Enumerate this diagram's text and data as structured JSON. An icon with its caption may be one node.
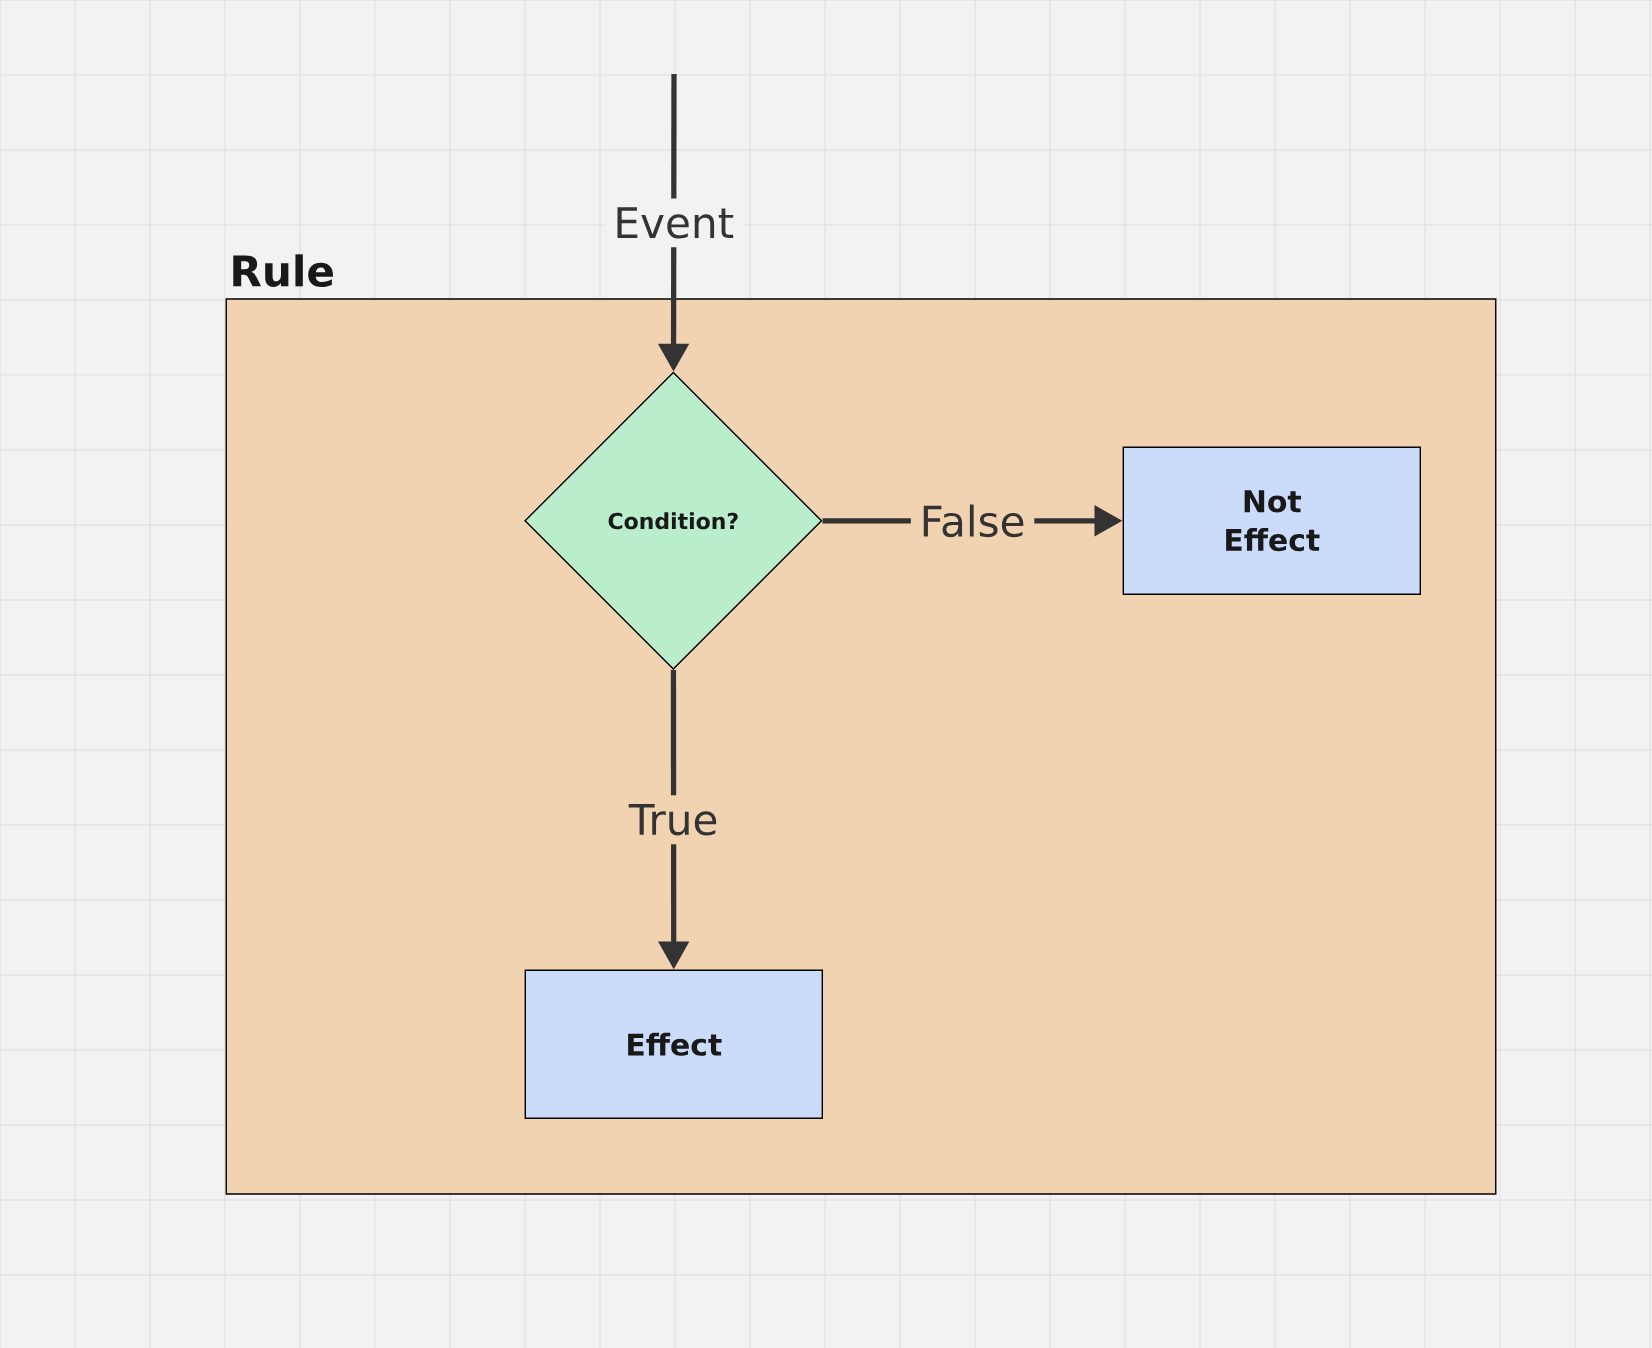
{
  "diagram": {
    "nodes": [
      {
        "text": [
          "Rule"
        ]
      },
      {
        "text": [
          "Condition?"
        ],
        "in": 0
      },
      {
        "text": [
          "Not Effect"
        ],
        "in": 0
      },
      {
        "text": [
          "Effect"
        ],
        "in": 0
      }
    ],
    "edges": [
      {
        "from": null,
        "to": 1,
        "arrow": "to",
        "label": "Event"
      },
      {
        "from": 1,
        "to": 2,
        "arrow": "to",
        "label": "False"
      },
      {
        "from": 1,
        "to": 3,
        "arrow": "to",
        "label": "True"
      }
    ]
  }
}
